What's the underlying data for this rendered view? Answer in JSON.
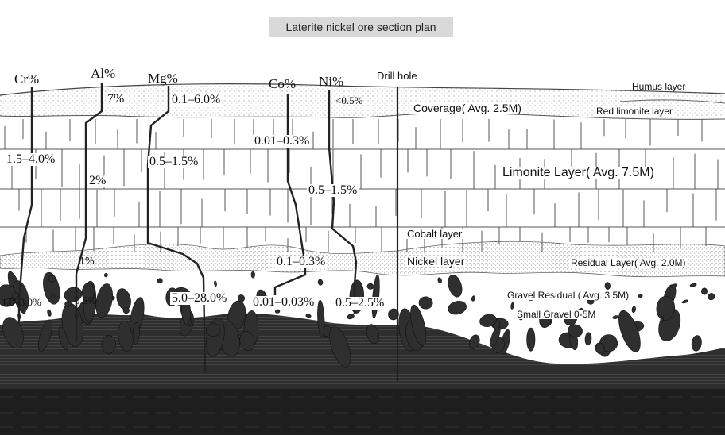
{
  "title": "Laterite nickel ore section plan",
  "element_headers": {
    "cr": "Cr%",
    "al": "Al%",
    "mg": "Mg%",
    "co": "Co%",
    "ni": "Ni%",
    "drill_hole": "Drill hole"
  },
  "layers": {
    "humus": "Humus layer",
    "coverage": "Coverage( Avg. 2.5M)",
    "red_limonite": "Red limonite layer",
    "limonite": "Limonite Layer( Avg. 7.5M)",
    "cobalt": "Cobalt layer",
    "nickel": "Nickel layer",
    "residual": "Residual Layer( Avg. 2.0M)",
    "gravel_residual": "Gravel Residual ( Avg. 3.5M)",
    "small_gravel": "Small Gravel 0-5M"
  },
  "values": {
    "al_top": "7%",
    "mg_top": "0.1–6.0%",
    "ni_top": "<0.5%",
    "co_limonite": "0.01–0.3%",
    "cr_limonite": "1.5–4.0%",
    "mg_limonite": "0.5–1.5%",
    "al_limonite": "2%",
    "ni_limonite": "0.5–1.5%",
    "al_residual": "1%",
    "co_residual": "0.1–0.3%",
    "cr_bottom": "1.0–3.0%",
    "al_bottom": "0.5%",
    "mg_bottom": "5.0–28.0%",
    "co_bottom": "0.01–0.03%",
    "ni_bottom": "0.5–2.5%"
  },
  "colors": {
    "line": "#222222",
    "bedrock": "#2a2a2a",
    "stipple": "#8a8a8a",
    "title_bg": "#d9d9d9"
  }
}
